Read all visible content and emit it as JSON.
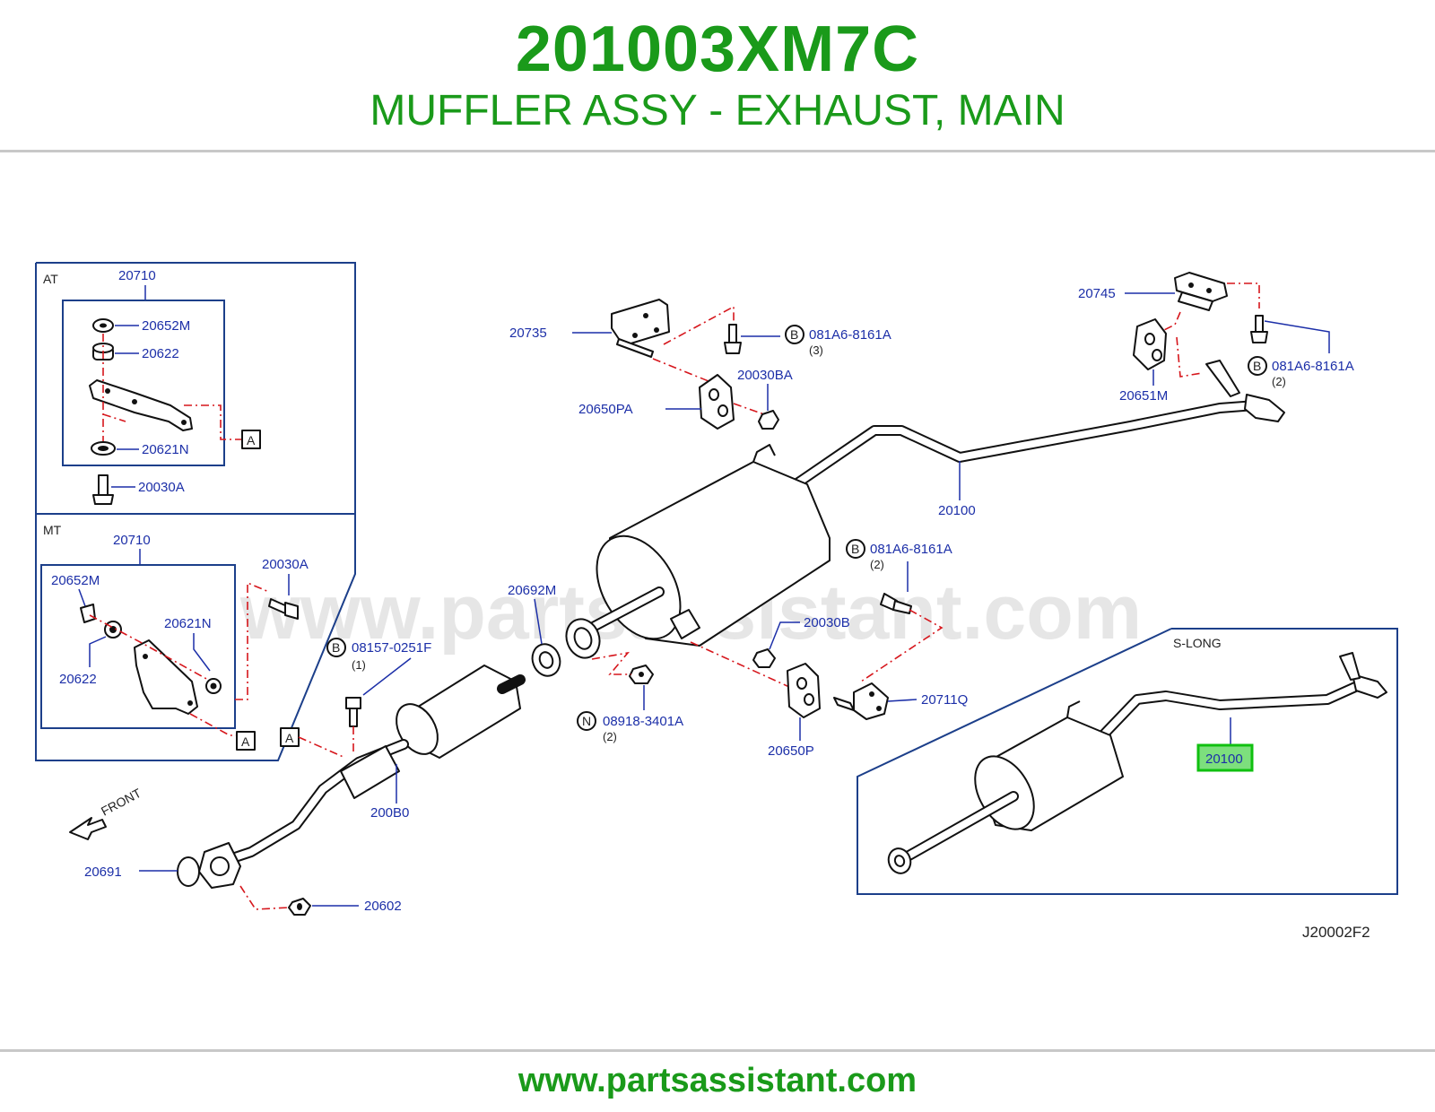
{
  "header": {
    "part_number": "201003XM7C",
    "description": "MUFFLER ASSY - EXHAUST, MAIN"
  },
  "footer": {
    "url": "www.partsassistant.com"
  },
  "watermark": "www.partsassistant.com",
  "colors": {
    "brand_green": "#1a9a1a",
    "label_blue": "#1c2fa8",
    "centerline_red": "#d6161c",
    "highlight_green": "#10c010"
  },
  "diagram": {
    "drawing_code": "J20002F2",
    "front_label": "FRONT",
    "inset_at": {
      "title": "AT",
      "group_label": "20710",
      "labels": [
        "20652M",
        "20622",
        "20621N",
        "20030A"
      ],
      "ref": "A"
    },
    "inset_mt": {
      "title": "MT",
      "group_label": "20710",
      "labels": [
        "20652M",
        "20030A",
        "20621N",
        "20622"
      ],
      "ref": "A"
    },
    "inset_slong": {
      "title": "S-LONG",
      "highlighted_label": "20100"
    },
    "callouts": {
      "p20735": "20735",
      "p081A6_a": "081A6-8161A",
      "q3": "(3)",
      "p20030BA": "20030BA",
      "p20650PA": "20650PA",
      "p20745": "20745",
      "p20651M": "20651M",
      "p081A6_b": "081A6-8161A",
      "q2_b": "(2)",
      "p20100": "20100",
      "p081A6_c": "081A6-8161A",
      "q2_c": "(2)",
      "p20692M": "20692M",
      "p20030B": "20030B",
      "p08157": "08157-0251F",
      "q1": "(1)",
      "p08918": "08918-3401A",
      "q2_n": "(2)",
      "p20711Q": "20711Q",
      "p20650P": "20650P",
      "ref_a_main": "A",
      "p200B0": "200B0",
      "p20691": "20691",
      "p20602": "20602",
      "circle_b": "B",
      "circle_n": "N"
    }
  }
}
